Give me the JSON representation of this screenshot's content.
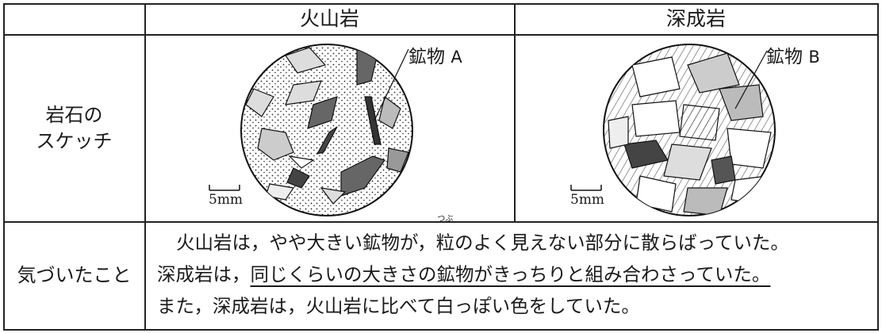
{
  "header": {
    "col_volcanic": "火山岩",
    "col_plutonic": "深成岩"
  },
  "rows": {
    "sketch_label_line1": "岩石の",
    "sketch_label_line2": "スケッチ",
    "notes_label": "気づいたこと"
  },
  "sketch": {
    "volcanic_mineral_label": "鉱物",
    "volcanic_mineral_letter": "A",
    "plutonic_mineral_label": "鉱物",
    "plutonic_mineral_letter": "B",
    "scale_left": "5mm",
    "scale_right": "5mm"
  },
  "observations": {
    "line1_part1": "火山岩は，やや大きい鉱物が，",
    "line1_ruby_base": "粒",
    "line1_ruby_text": "つぶ",
    "line1_part2": "のよく見えない部分に散らばっていた。",
    "line2_part1": "深成岩は，",
    "line2_underlined": "同じくらいの大きさの鉱物がきっちりと組み合わさっていた。",
    "line3": "また，深成岩は，火山岩に比べて白っぽい色をしていた。"
  }
}
